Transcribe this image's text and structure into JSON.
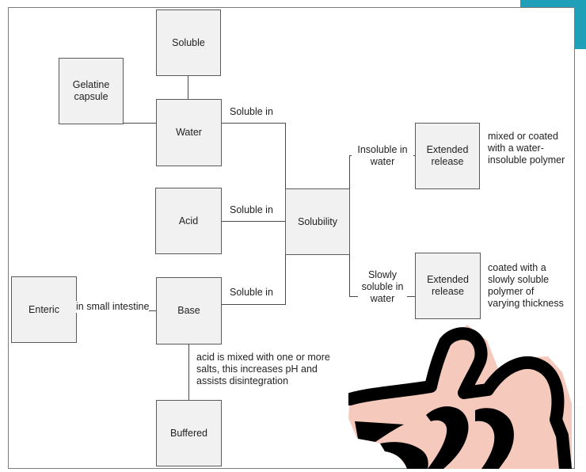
{
  "nodes": {
    "soluble": "Soluble",
    "gelatine_capsule": "Gelatine\ncapsule",
    "water": "Water",
    "acid": "Acid",
    "solubility": "Solubility",
    "enteric": "Enteric",
    "base": "Base",
    "buffered": "Buffered",
    "extended_release_1": "Extended\nrelease",
    "extended_release_2": "Extended\nrelease"
  },
  "labels": {
    "soluble_in_water": "Soluble in",
    "soluble_in_acid": "Soluble in",
    "soluble_in_base": "Soluble in",
    "in_small_intestine": "in small intestine",
    "insoluble_in_water": "Insoluble in\nwater",
    "slowly_soluble_in_water": "Slowly\nsoluble in\nwater",
    "note_extended_1": "mixed or coated\nwith a water-\ninsoluble polymer",
    "note_extended_2": "coated with a\nslowly soluble\npolymer of\nvarying thickness",
    "note_buffered": "acid is mixed with one or more\nsalts, this increases pH and\nassists disintegration"
  },
  "icons": {
    "pointing_hand": "pointing-hand-icon"
  },
  "colors": {
    "accent": "#1f9fb8",
    "box_fill": "#f1f1f1",
    "hand_skin": "#f6c9bd",
    "hand_outline": "#000000"
  }
}
